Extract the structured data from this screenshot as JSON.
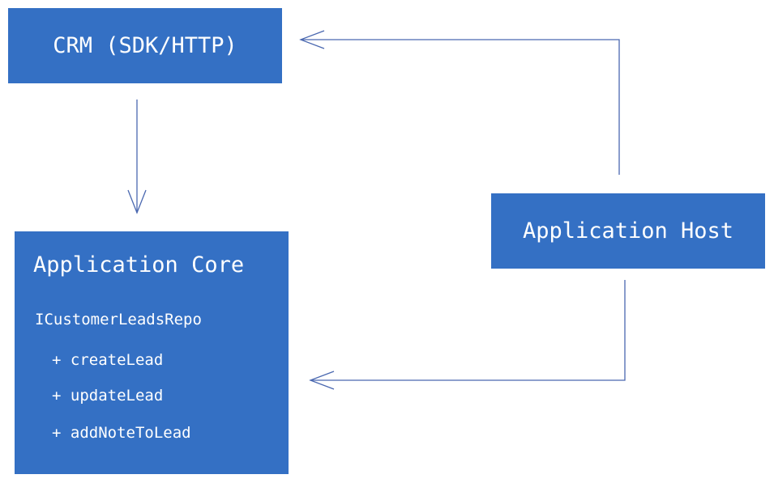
{
  "diagram": {
    "crm_box": {
      "label": "CRM (SDK/HTTP)"
    },
    "host_box": {
      "label": "Application Host"
    },
    "core_box": {
      "title": "Application Core",
      "interface": "ICustomerLeadsRepo",
      "methods": [
        "+ createLead",
        "+ updateLead",
        "+ addNoteToLead"
      ]
    },
    "colors": {
      "box_fill": "#3470c4",
      "box_text": "#ffffff",
      "arrow": "#4a68b0"
    }
  }
}
